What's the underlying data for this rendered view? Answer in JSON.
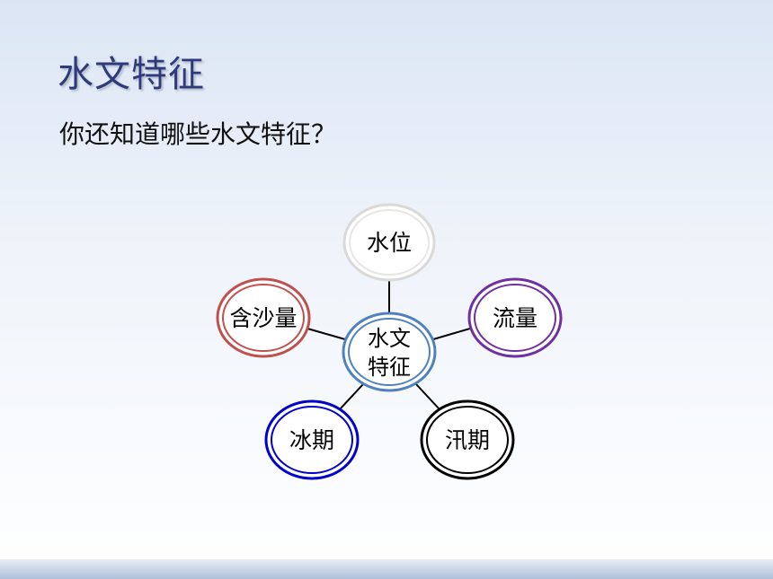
{
  "slide": {
    "title": "水文特征",
    "question": "你还知道哪些水文特征？"
  },
  "diagram": {
    "center": {
      "line1": "水文",
      "line2": "特征",
      "color": "#4f81bd"
    },
    "nodes": [
      {
        "label": "水位",
        "color": "#d9d9d9"
      },
      {
        "label": "流量",
        "color": "#7030a0"
      },
      {
        "label": "汛期",
        "color": "#000000"
      },
      {
        "label": "冰期",
        "color": "#0000cc"
      },
      {
        "label": "含沙量",
        "color": "#c0504d"
      }
    ]
  }
}
